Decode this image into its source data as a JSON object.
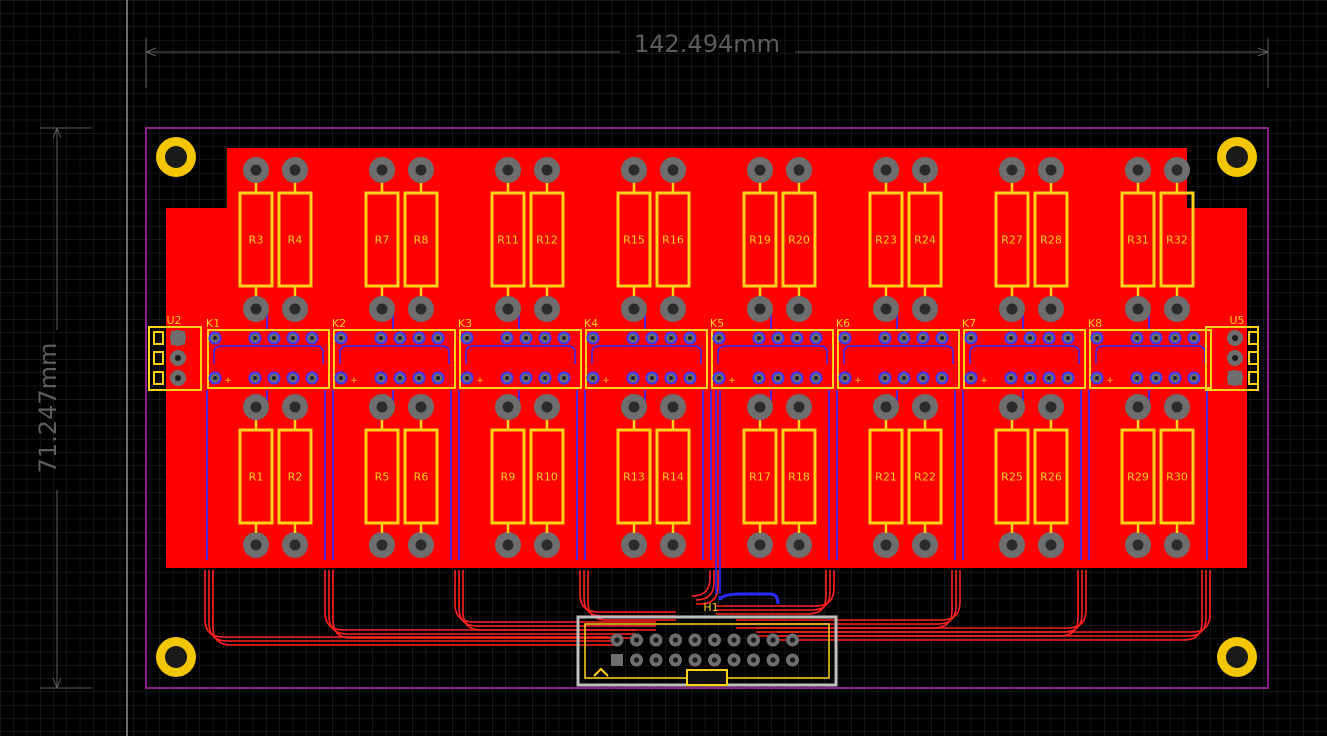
{
  "dimensions": {
    "width_label": "142.494mm",
    "height_label": "71.247mm"
  },
  "colors": {
    "background": "#000000",
    "grid": "#2a2a2a",
    "board_outline": "#8a1f8a",
    "copper_top": "#ff0000",
    "copper_bottom": "#2a2aff",
    "silkscreen": "#ffd21a",
    "pad": "#6e6e6e",
    "dimension": "#5c5c5c"
  },
  "relays": [
    {
      "ref": "K1",
      "top": [
        "R3",
        "R4"
      ],
      "bottom": [
        "R1",
        "R2"
      ]
    },
    {
      "ref": "K2",
      "top": [
        "R7",
        "R8"
      ],
      "bottom": [
        "R5",
        "R6"
      ]
    },
    {
      "ref": "K3",
      "top": [
        "R11",
        "R12"
      ],
      "bottom": [
        "R9",
        "R10"
      ]
    },
    {
      "ref": "K4",
      "top": [
        "R15",
        "R16"
      ],
      "bottom": [
        "R13",
        "R14"
      ]
    },
    {
      "ref": "K5",
      "top": [
        "R19",
        "R20"
      ],
      "bottom": [
        "R17",
        "R18"
      ]
    },
    {
      "ref": "K6",
      "top": [
        "R23",
        "R24"
      ],
      "bottom": [
        "R21",
        "R22"
      ]
    },
    {
      "ref": "K7",
      "top": [
        "R27",
        "R28"
      ],
      "bottom": [
        "R25",
        "R26"
      ]
    },
    {
      "ref": "K8",
      "top": [
        "R31",
        "R32"
      ],
      "bottom": [
        "R29",
        "R30"
      ]
    }
  ],
  "connectors": {
    "left": "U2",
    "right": "U5",
    "header": "H1"
  },
  "plus_sign": "+",
  "icons": {
    "mounting_hole": "mounting-hole-icon",
    "tht_pad": "tht-pad-icon"
  }
}
